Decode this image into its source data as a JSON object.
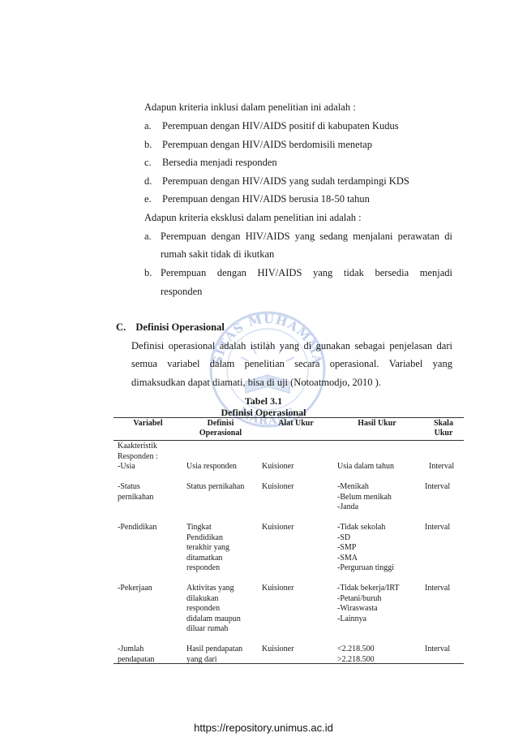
{
  "inclusion": {
    "intro": "Adapun kriteria inklusi dalam penelitian ini adalah :",
    "items": [
      {
        "marker": "a.",
        "text": "Perempuan dengan HIV/AIDS positif di kabupaten Kudus"
      },
      {
        "marker": "b.",
        "text": "Perempuan dengan HIV/AIDS berdomisili menetap"
      },
      {
        "marker": "c.",
        "text": "Bersedia menjadi responden"
      },
      {
        "marker": "d.",
        "text": "Perempuan dengan HIV/AIDS yang sudah terdampingi KDS"
      },
      {
        "marker": "e.",
        "text": "Perempuan dengan HIV/AIDS berusia 18-50 tahun"
      }
    ]
  },
  "exclusion": {
    "intro": "Adapun kriteria eksklusi dalam penelitian ini adalah :",
    "items": [
      {
        "marker": "a.",
        "line1": [
          "Perempuan",
          "dengan",
          "HIV/AIDS",
          "yang",
          "sedang",
          "menjalani",
          "perawatan",
          "di"
        ],
        "line2": "rumah sakit tidak di ikutkan"
      },
      {
        "marker": "b.",
        "line1": [
          "Perempuan",
          "dengan",
          "HIV/AIDS",
          "yang",
          "tidak",
          "bersedia",
          "menjadi"
        ],
        "line2": "responden"
      }
    ]
  },
  "section": {
    "letter": "C.",
    "title": "Definisi Operasional",
    "para_line1": [
      "Definisi",
      "operasional",
      "adalah",
      "istilah",
      "yang",
      "di",
      "gunakan",
      "sebagai",
      "penjelasan",
      "dari"
    ],
    "para_line2": [
      "semua",
      "variabel",
      "dalam",
      "penelitian",
      "secara",
      "operasional.",
      "Variabel",
      "yang"
    ],
    "para_line3": "dimaksudkan dapat diamati, bisa di uji (Notoatmodjo, 2010 )."
  },
  "table": {
    "label": "Tabel 3.1",
    "title": "Definisi Operasional",
    "headers": {
      "variabel": "Variabel",
      "definisi_1": "Definisi",
      "definisi_2": "Operasional",
      "alat": "Alat Ukur",
      "hasil": "Hasil Ukur",
      "skala_1": "Skala",
      "skala_2": "Ukur"
    },
    "group_label": [
      "Kaakteristik",
      "Responden :"
    ],
    "rows": [
      {
        "variabel": [
          "-Usia"
        ],
        "definisi": [
          "Usia responden"
        ],
        "alat": "Kuisioner",
        "hasil": [
          "Usia dalam tahun"
        ],
        "skala": "Interval"
      },
      {
        "variabel": [
          "-Status",
          "pernikahan"
        ],
        "definisi": [
          "Status pernikahan"
        ],
        "alat": "Kuisioner",
        "hasil": [
          "-Menikah",
          "-Belum menikah",
          "-Janda"
        ],
        "skala": "Interval"
      },
      {
        "variabel": [
          "-Pendidikan"
        ],
        "definisi": [
          "Tingkat",
          "Pendidikan",
          "terakhir yang",
          "ditamatkan",
          "responden"
        ],
        "alat": "Kuisioner",
        "hasil": [
          "-Tidak sekolah",
          "-SD",
          "-SMP",
          "-SMA",
          "-Perguruan tinggi"
        ],
        "skala": "Interval"
      },
      {
        "variabel": [
          "-Pekerjaan"
        ],
        "definisi": [
          "Aktivitas yang",
          "dilakukan",
          "responden",
          "didalam maupun",
          "diluar rumah"
        ],
        "alat": "Kuisioner",
        "hasil": [
          "-Tidak bekerja/IRT",
          "-Petani/buruh",
          "-Wiraswasta",
          "-Lainnya"
        ],
        "skala": "Interval"
      },
      {
        "variabel": [
          "-Jumlah",
          "  pendapatan"
        ],
        "definisi": [
          "Hasil pendapatan",
          "yang dari"
        ],
        "alat": "Kuisioner",
        "hasil": [
          "<2.218.500",
          ">2.218.500"
        ],
        "skala": "Interval"
      }
    ]
  },
  "footer": {
    "url": "https://repository.unimus.ac.id"
  },
  "watermark": {
    "top_text": "SITAS MUHAMMA",
    "bottom_text": "MARANG"
  },
  "colors": {
    "text": "#1a1a1a",
    "watermark": "#8fa9d9"
  }
}
